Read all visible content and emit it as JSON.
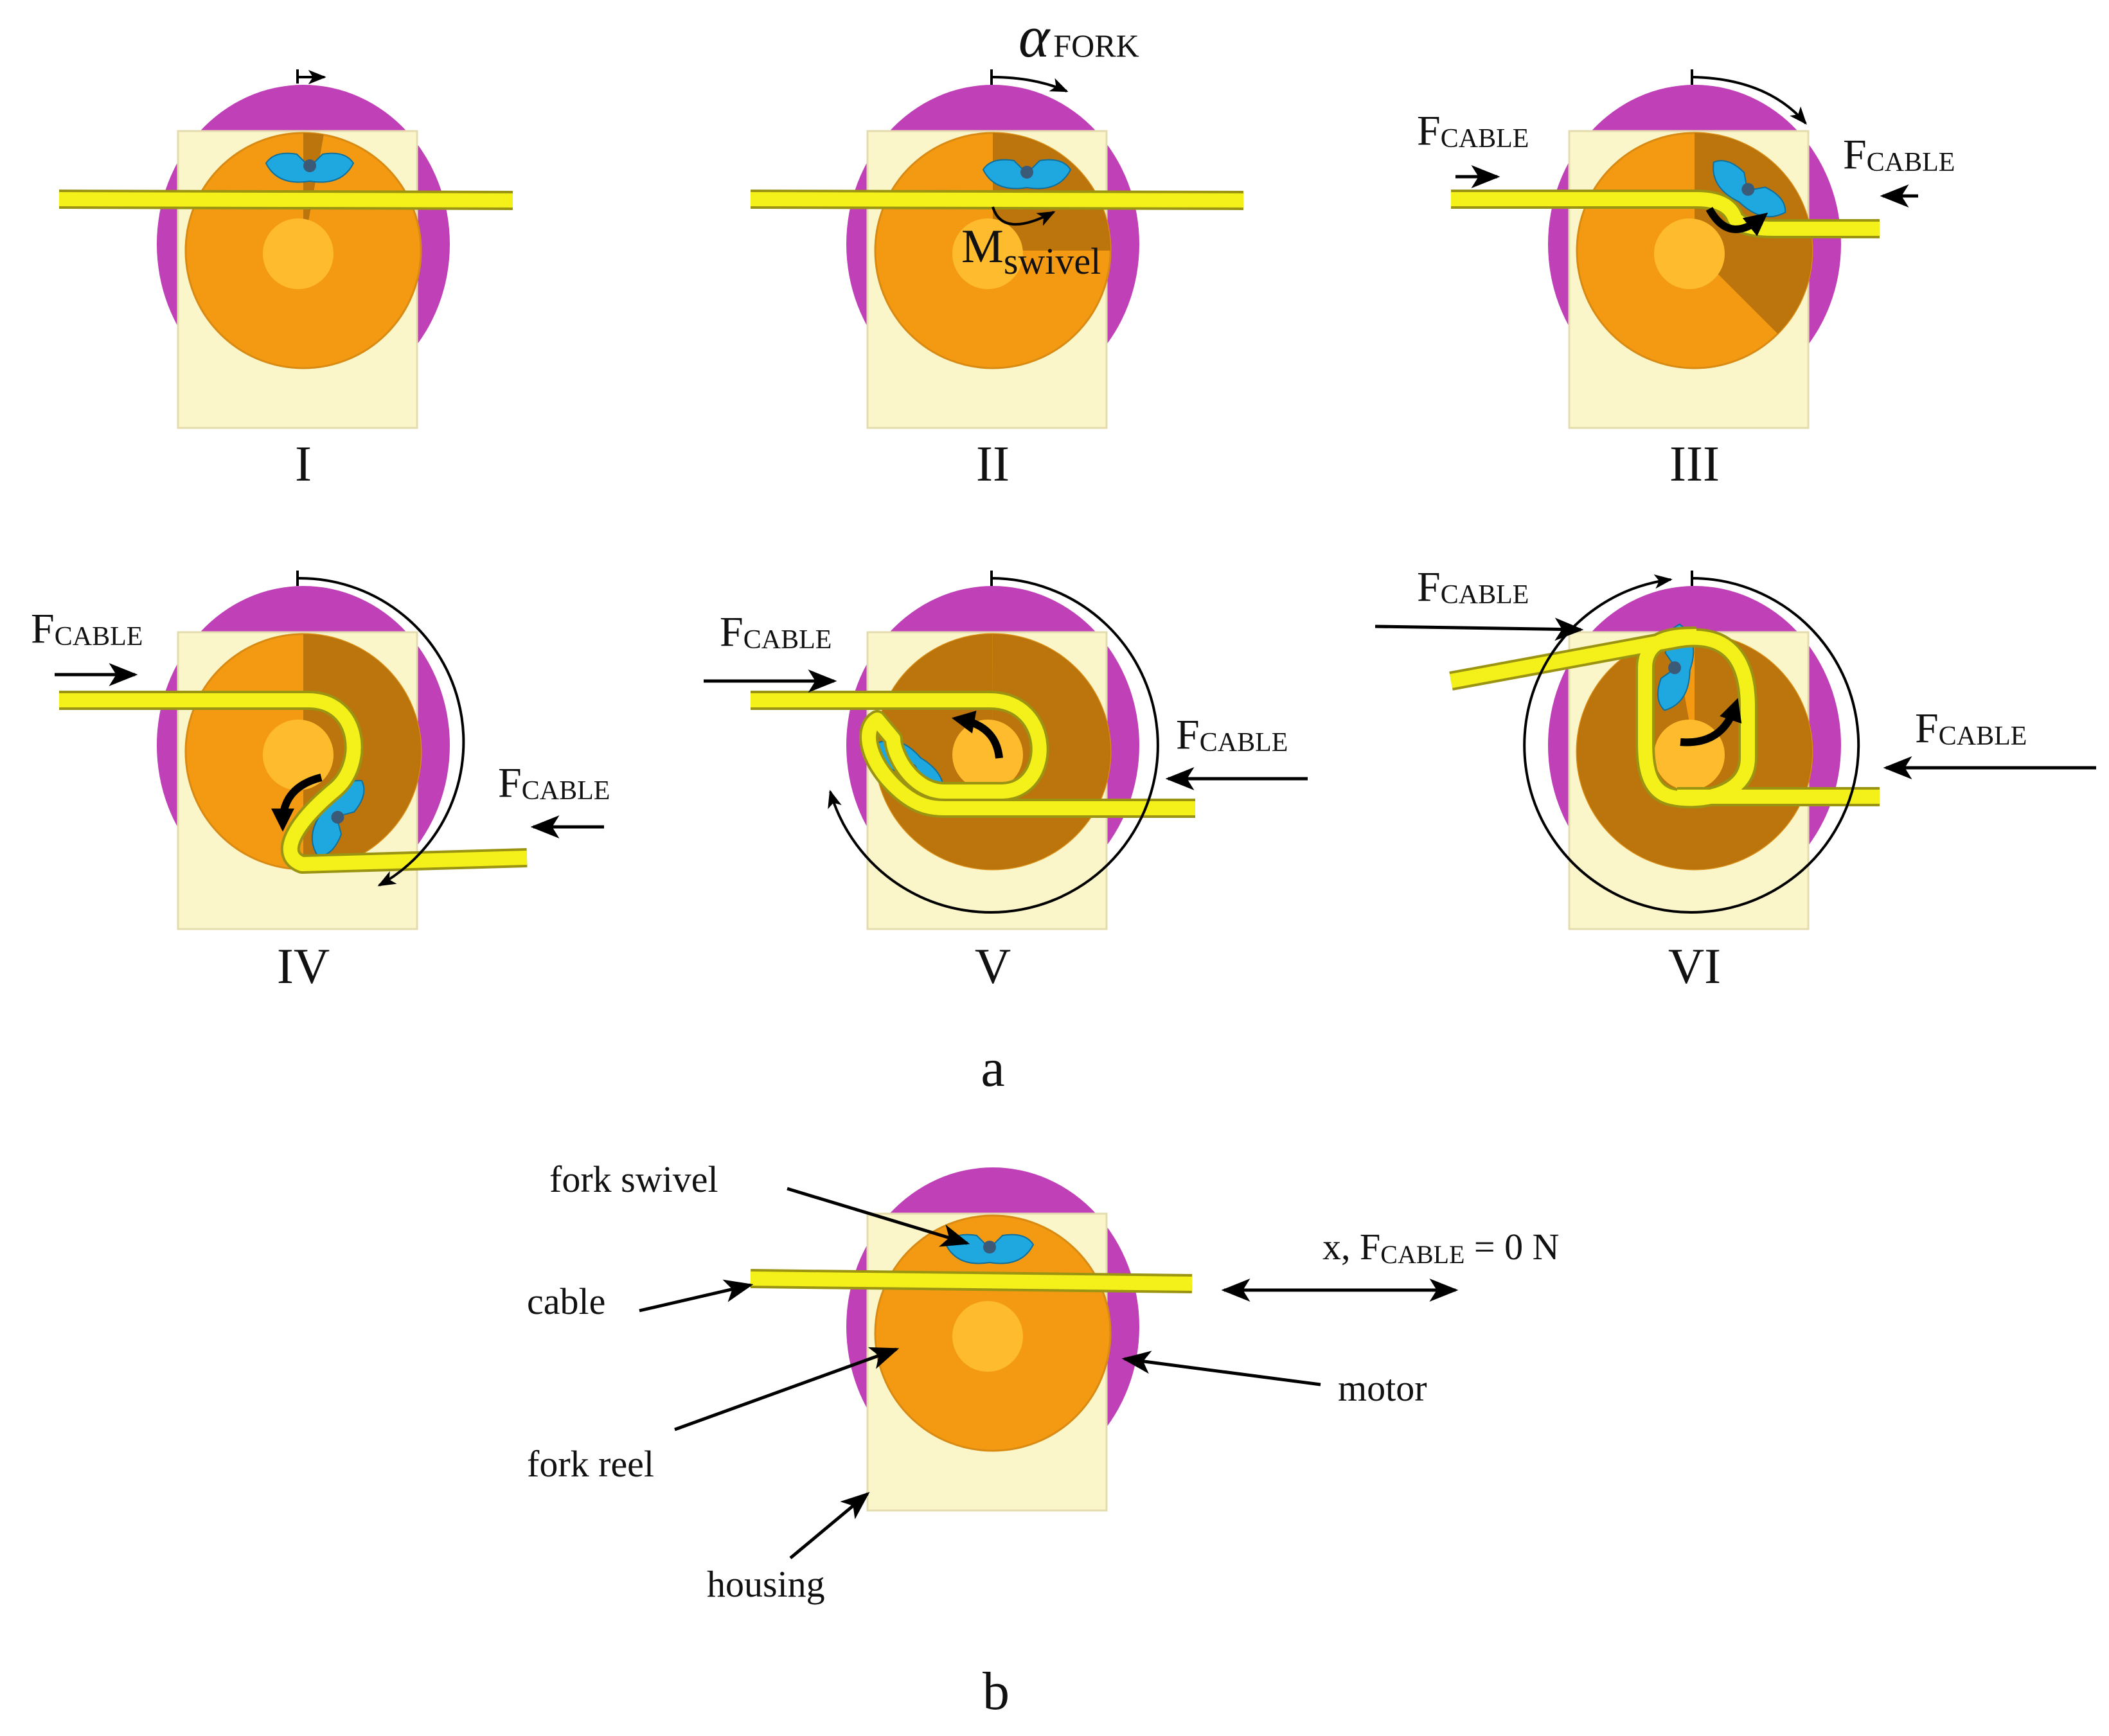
{
  "colors": {
    "housing": "#fbf6c9",
    "housing_stroke": "#e4dcae",
    "motor": "#c040b8",
    "reel": "#f49a12",
    "reel_hub": "#ffbb2e",
    "fork_rotated": "#b06e0c",
    "swivel": "#1fa8e0",
    "cable": "#f3f01a",
    "cable_stroke": "#9a9412",
    "arrow": "#000000"
  },
  "panels": [
    {
      "label": "I",
      "angle_deg": 10
    },
    {
      "label": "II",
      "angle_deg": 90
    },
    {
      "label": "III",
      "angle_deg": 135
    },
    {
      "label": "IV",
      "angle_deg": 180
    },
    {
      "label": "V",
      "angle_deg": 360
    },
    {
      "label": "VI",
      "angle_deg": 350
    }
  ],
  "symbols": {
    "alpha": "α",
    "alpha_sub": "FORK",
    "m": "M",
    "m_sub": "swivel",
    "f": "F",
    "f_sub": "CABLE"
  },
  "part_labels": {
    "a": "a",
    "b": "b"
  },
  "callouts": {
    "fork_swivel": "fork swivel",
    "cable": "cable",
    "fork_reel": "fork reel",
    "housing": "housing",
    "motor": "motor",
    "x_prefix": "x,  ",
    "eq_suffix": " = 0 N"
  }
}
